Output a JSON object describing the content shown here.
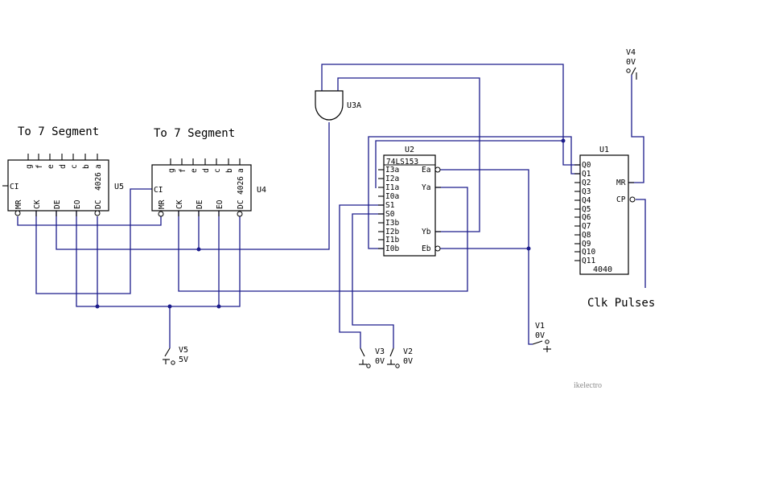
{
  "headings": {
    "u5_target": "To 7 Segment",
    "u4_target": "To 7 Segment",
    "clock": "Clk Pulses"
  },
  "u5": {
    "ref": "U5",
    "part": "4026",
    "top_pins": [
      "g",
      "f",
      "e",
      "d",
      "c",
      "b",
      "a"
    ],
    "left_pins": [
      "CI"
    ],
    "bottom_pins": [
      "MR",
      "CK",
      "DE",
      "EO",
      "DC"
    ]
  },
  "u4": {
    "ref": "U4",
    "part": "4026",
    "top_pins": [
      "g",
      "f",
      "e",
      "d",
      "c",
      "b",
      "a"
    ],
    "left_pins": [
      "CI"
    ],
    "bottom_pins": [
      "MR",
      "CK",
      "DE",
      "EO",
      "DC"
    ]
  },
  "u3a": {
    "ref": "U3A"
  },
  "u2": {
    "ref": "U2",
    "part": "74LS153",
    "left_pins": [
      "I3a",
      "I2a",
      "I1a",
      "I0a",
      "S1",
      "S0",
      "I3b",
      "I2b",
      "I1b",
      "I0b"
    ],
    "right_pins": [
      "Ea",
      "Ya",
      "Yb",
      "Eb"
    ]
  },
  "u1": {
    "ref": "U1",
    "part": "4040",
    "left_pins": [
      "Q0",
      "Q1",
      "Q2",
      "Q3",
      "Q4",
      "Q5",
      "Q6",
      "Q7",
      "Q8",
      "Q9",
      "Q10",
      "Q11"
    ],
    "right_pins": [
      "MR",
      "CP"
    ]
  },
  "sources": {
    "v1": {
      "name": "V1",
      "value": "0V"
    },
    "v2": {
      "name": "V2",
      "value": "0V"
    },
    "v3": {
      "name": "V3",
      "value": "0V"
    },
    "v4": {
      "name": "V4",
      "value": "0V"
    },
    "v5": {
      "name": "V5",
      "value": "5V"
    }
  },
  "watermark": "ikelectro",
  "colors": {
    "wire": "#1c1c8c",
    "component": "#000000",
    "background": "#ffffff"
  }
}
